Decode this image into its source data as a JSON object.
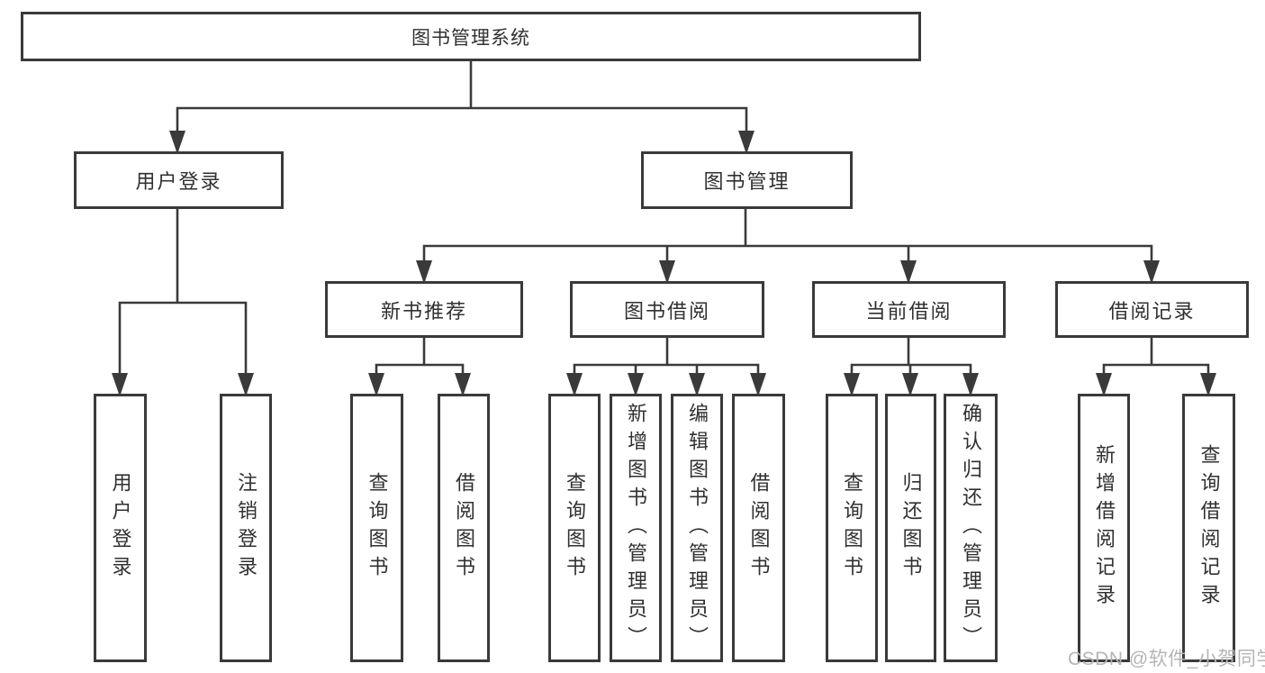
{
  "colors": {
    "line": "#3a3a3a",
    "box_border": "#3a3a3a",
    "text": "#303030",
    "background": "#ffffff",
    "watermark_text_color": "#b5b5b5"
  },
  "watermark": {
    "text": "CSDN @软件_小贺同学"
  },
  "diagram": {
    "root": {
      "label": "图书管理系统"
    },
    "user_login": {
      "label": "用户登录",
      "children": [
        {
          "label": "用户登录"
        },
        {
          "label": "注销登录"
        }
      ]
    },
    "book_management": {
      "label": "图书管理",
      "sections": [
        {
          "label": "新书推荐",
          "children": [
            {
              "label": "查询图书"
            },
            {
              "label": "借阅图书"
            }
          ]
        },
        {
          "label": "图书借阅",
          "children": [
            {
              "label": "查询图书"
            },
            {
              "label": "新增图书（管理员）"
            },
            {
              "label": "编辑图书（管理员）"
            },
            {
              "label": "借阅图书"
            }
          ]
        },
        {
          "label": "当前借阅",
          "children": [
            {
              "label": "查询图书"
            },
            {
              "label": "归还图书"
            },
            {
              "label": "确认归还（管理员）"
            }
          ]
        },
        {
          "label": "借阅记录",
          "children": [
            {
              "label": "新增借阅记录"
            },
            {
              "label": "查询借阅记录"
            }
          ]
        }
      ]
    }
  }
}
